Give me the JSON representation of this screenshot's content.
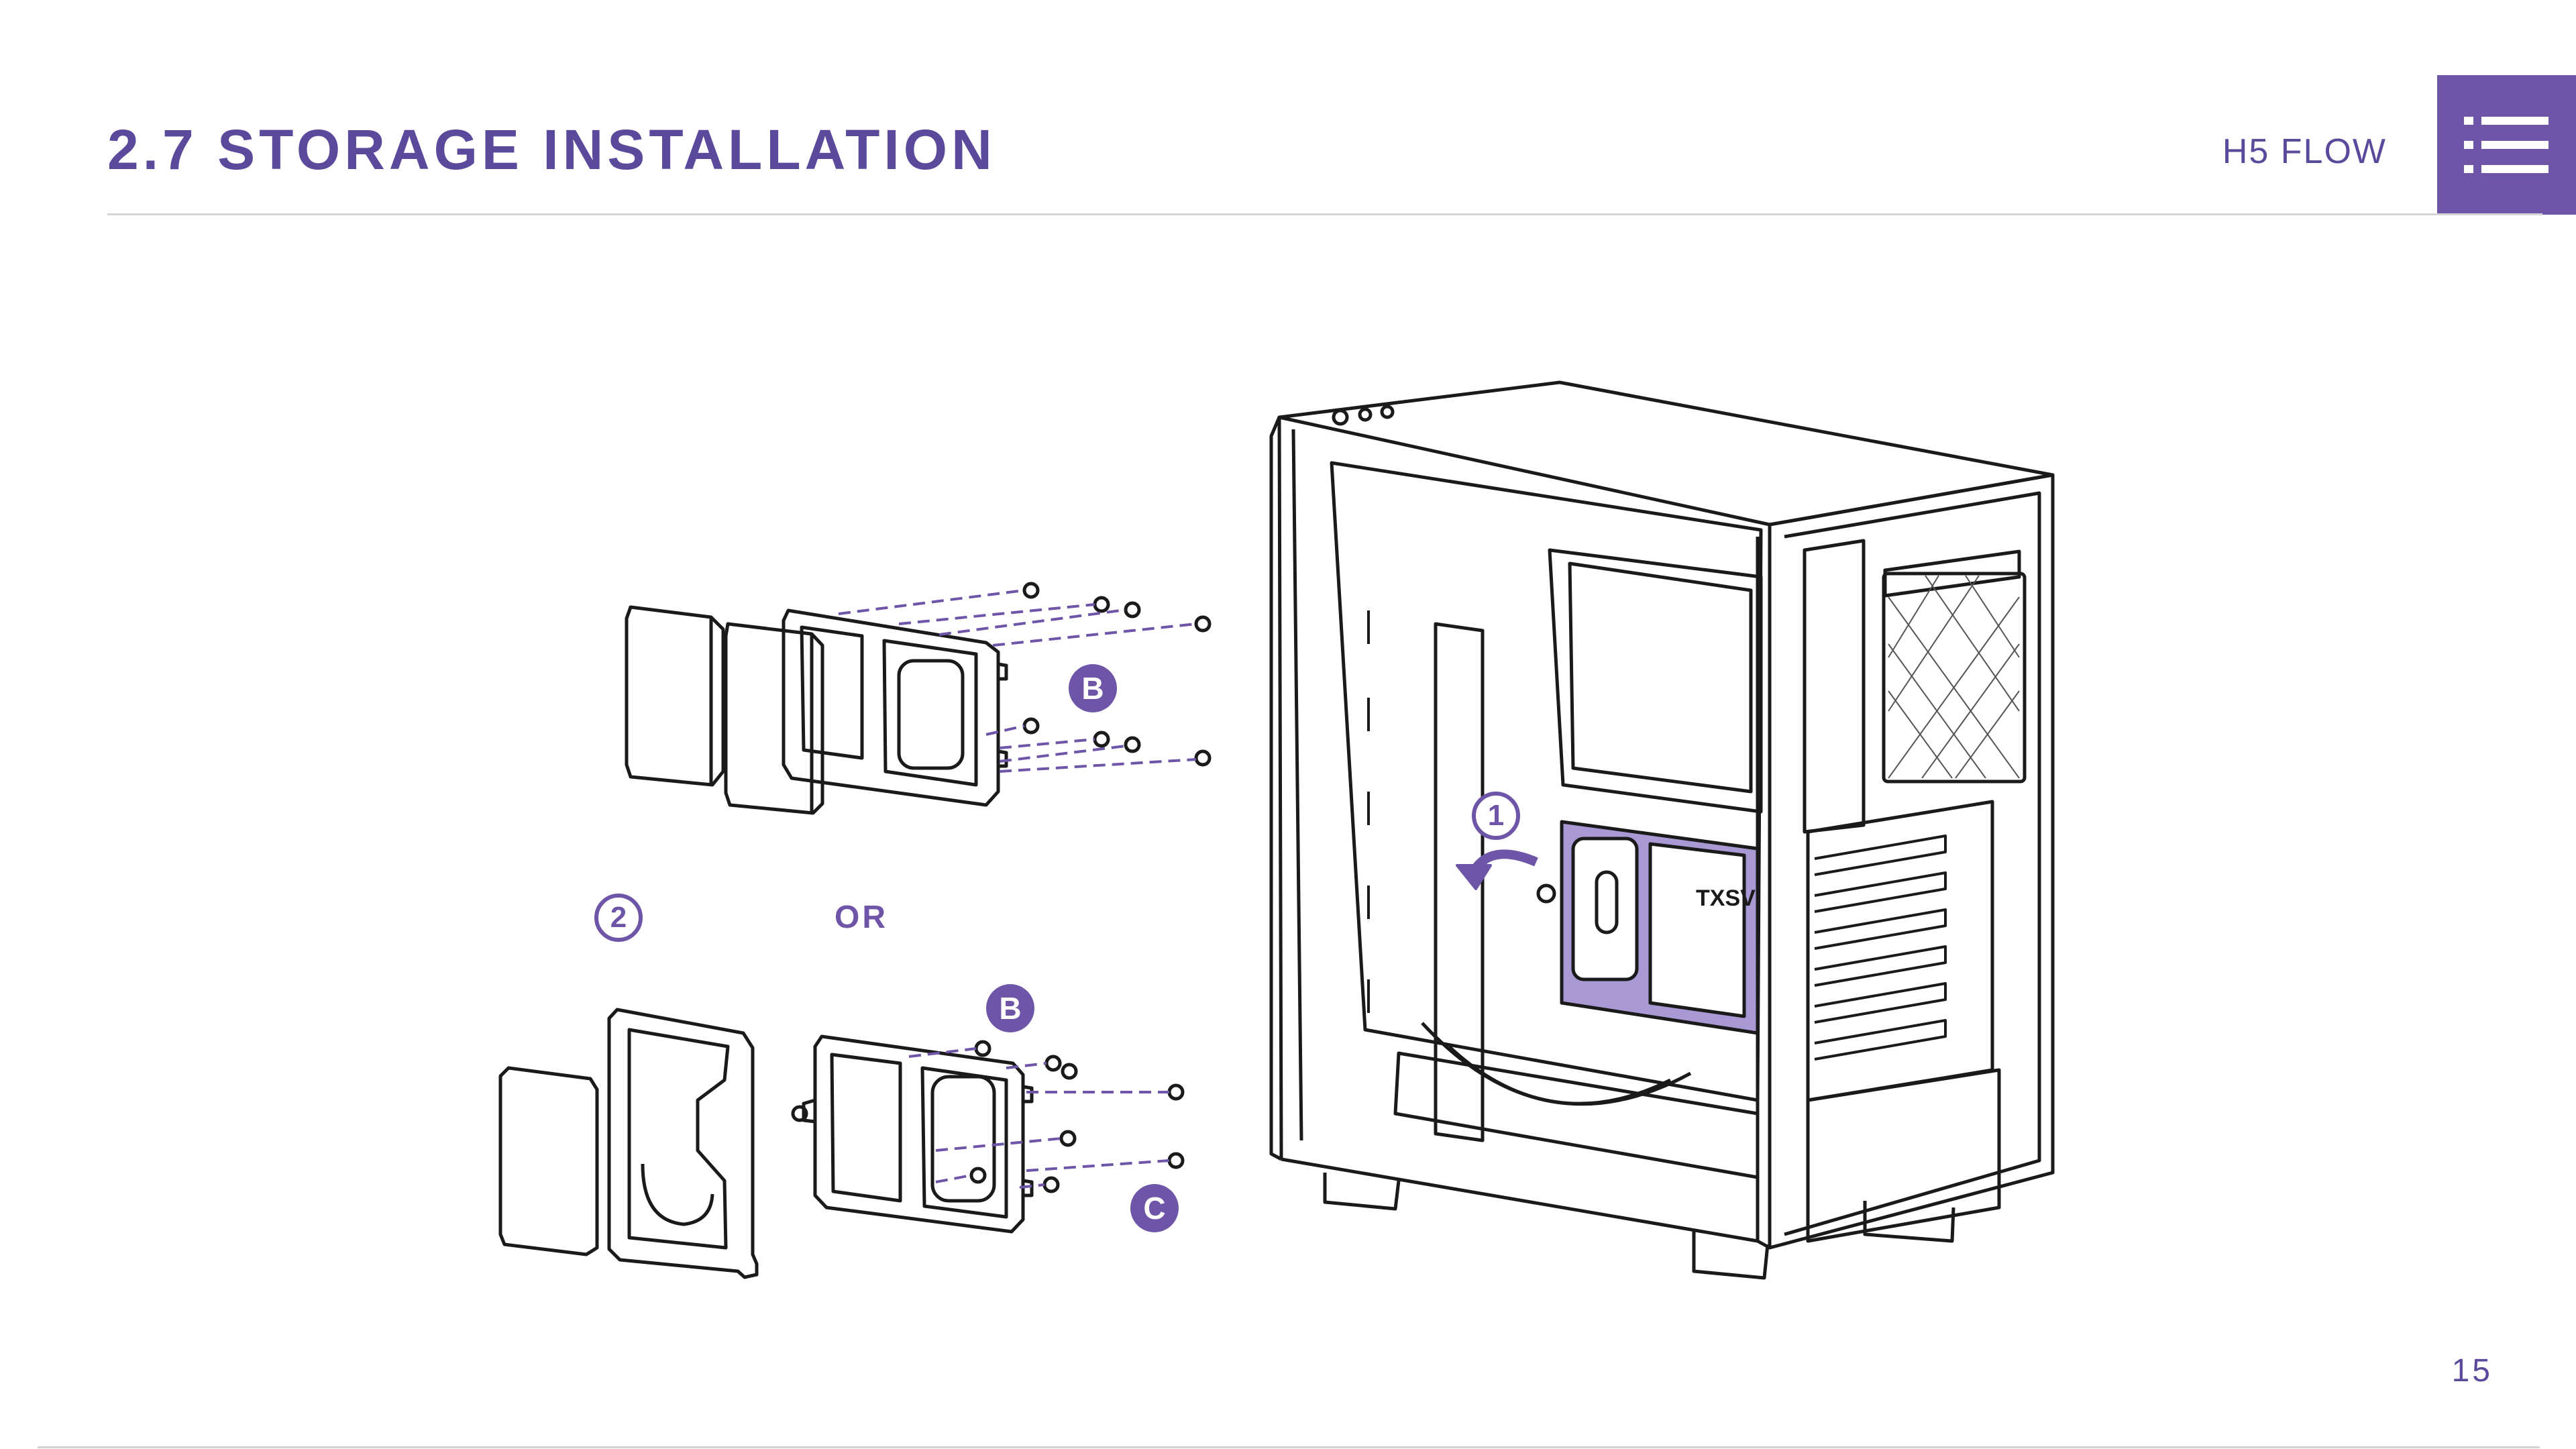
{
  "header": {
    "title": "2.7 STORAGE INSTALLATION",
    "product": "H5 FLOW"
  },
  "menu": {
    "icon": "list-menu-icon"
  },
  "diagram": {
    "or_label": "OR",
    "step_1": "1",
    "step_2": "2",
    "badge_b_top": "B",
    "badge_b_bottom": "B",
    "badge_c": "C",
    "drive_cage_label": "TXSV"
  },
  "footer": {
    "page_number": "15"
  },
  "colors": {
    "accent": "#6e55a8",
    "title": "#5b4a9b",
    "line": "#1a1a1a",
    "rule": "#d4d4d4"
  }
}
